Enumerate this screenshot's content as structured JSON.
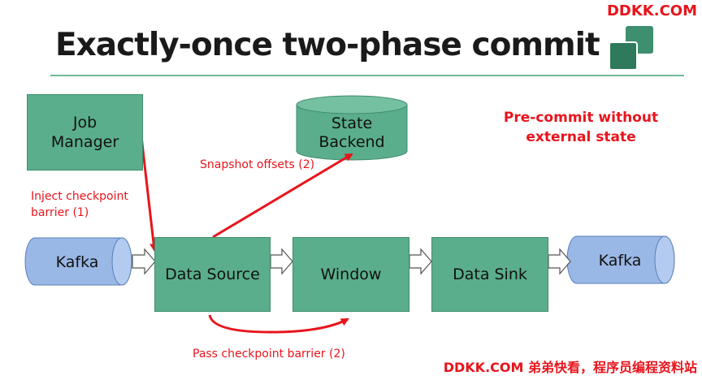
{
  "header": {
    "watermark_top": "DDKK.COM",
    "title": "Exactly-once two-phase commit"
  },
  "nodes": {
    "job_manager": {
      "line1": "Job",
      "line2": "Manager"
    },
    "state_backend": {
      "line1": "State",
      "line2": "Backend"
    },
    "kafka_source": "Kafka",
    "data_source": "Data Source",
    "window": "Window",
    "data_sink": "Data Sink",
    "kafka_sink": "Kafka"
  },
  "labels": {
    "inject_line1": "Inject checkpoint",
    "inject_line2": "barrier (1)",
    "snapshot": "Snapshot offsets (2)",
    "pass_barrier": "Pass checkpoint barrier (2)"
  },
  "note": {
    "line1": "Pre-commit without",
    "line2": "external state"
  },
  "footer": {
    "watermark_bottom": "DDKK.COM 弟弟快看，程序员编程资料站"
  },
  "colors": {
    "box_fill": "#5aae8c",
    "kafka_fill": "#9ab8e6",
    "accent_red": "#e8141c"
  }
}
